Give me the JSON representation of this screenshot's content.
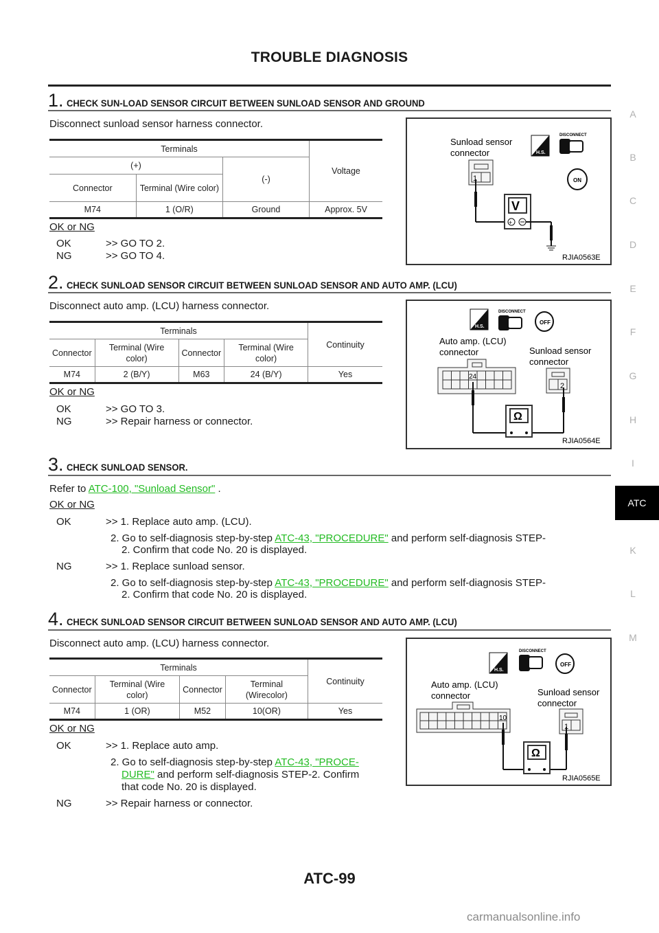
{
  "header": {
    "title": "TROUBLE DIAGNOSIS"
  },
  "side_tabs": {
    "letters": [
      "A",
      "B",
      "C",
      "D",
      "E",
      "F",
      "G",
      "H",
      "I",
      "K",
      "L",
      "M"
    ],
    "active": "ATC"
  },
  "steps": [
    {
      "number": "1.",
      "title": "CHECK SUN-LOAD SENSOR CIRCUIT BETWEEN SUNLOAD SENSOR AND GROUND",
      "instruction": "Disconnect sunload sensor harness connector.",
      "table": {
        "header_terminals": "Terminals",
        "header_plus": "(+)",
        "header_minus": "(-)",
        "header_result": "Voltage",
        "col_connector": "Connector",
        "col_terminal": "Terminal (Wire color)",
        "row": {
          "connector": "M74",
          "terminal": "1 (O/R)",
          "minus": "Ground",
          "result": "Approx. 5V"
        }
      },
      "ok_ng_label": "OK or NG",
      "ok": {
        "label": "OK",
        "text": ">> GO TO 2."
      },
      "ng": {
        "label": "NG",
        "text": ">> GO TO 4."
      },
      "figure": {
        "connector_label_1": "Sunload sensor",
        "connector_label_2": "connector",
        "pin": "1",
        "meter": "V",
        "disconnect": "DISCONNECT",
        "hs": "H.S.",
        "key": "ON",
        "code": "RJIA0563E"
      }
    },
    {
      "number": "2.",
      "title": "CHECK SUNLOAD SENSOR CIRCUIT BETWEEN SUNLOAD SENSOR AND AUTO AMP. (LCU)",
      "instruction": "Disconnect auto amp. (LCU) harness connector.",
      "table": {
        "header_terminals": "Terminals",
        "header_result": "Continuity",
        "cols": [
          "Connector",
          "Terminal (Wire color)",
          "Connector",
          "Terminal (Wire color)"
        ],
        "row": [
          "M74",
          "2 (B/Y)",
          "M63",
          "24 (B/Y)",
          "Yes"
        ]
      },
      "ok_ng_label": "OK or NG",
      "ok": {
        "label": "OK",
        "text": ">> GO TO 3."
      },
      "ng": {
        "label": "NG",
        "text": ">> Repair harness or connector."
      },
      "figure": {
        "left_label_1": "Auto amp. (LCU)",
        "left_label_2": "connector",
        "right_label_1": "Sunload sensor",
        "right_label_2": "connector",
        "left_pin": "24",
        "right_pin": "2",
        "meter": "Ω",
        "disconnect": "DISCONNECT",
        "hs": "H.S.",
        "key": "OFF",
        "code": "RJIA0564E"
      }
    },
    {
      "number": "3.",
      "title": "CHECK SUNLOAD SENSOR.",
      "refer_prefix": "Refer to ",
      "refer_link": "ATC-100, \"Sunload Sensor\"",
      "refer_suffix": " .",
      "ok_ng_label": "OK or NG",
      "ok": {
        "label": "OK",
        "line1": ">> 1. Replace auto amp. (LCU).",
        "line2_prefix": "2. Go to self-diagnosis step-by-step ",
        "line2_link": "ATC-43, \"PROCEDURE\"",
        "line2_suffix": "  and perform self-diagnosis STEP-",
        "line3": "2. Confirm that code No. 20 is displayed."
      },
      "ng": {
        "label": "NG",
        "line1": ">> 1. Replace sunload sensor.",
        "line2_prefix": "2. Go to self-diagnosis step-by-step ",
        "line2_link": "ATC-43, \"PROCEDURE\"",
        "line2_suffix": "  and perform self-diagnosis STEP-",
        "line3": "2. Confirm that code No. 20 is displayed."
      }
    },
    {
      "number": "4.",
      "title": "CHECK SUNLOAD SENSOR CIRCUIT BETWEEN SUNLOAD SENSOR AND AUTO AMP. (LCU)",
      "instruction": "Disconnect auto amp. (LCU) harness connector.",
      "table": {
        "header_terminals": "Terminals",
        "header_result": "Continuity",
        "cols": [
          "Connector",
          "Terminal (Wire color)",
          "Connector",
          "Terminal (Wirecolor)"
        ],
        "row": [
          "M74",
          "1 (OR)",
          "M52",
          "10(OR)",
          "Yes"
        ]
      },
      "ok_ng_label": "OK or NG",
      "ok": {
        "label": "OK",
        "line1": ">> 1. Replace auto amp.",
        "line2_prefix": "2. Go to self-diagnosis step-by-step ",
        "line2_link_a": "ATC-43, \"PROCE-",
        "line2_link_b": "DURE\"",
        "line2_suffix": "  and perform self-diagnosis STEP-2. Confirm",
        "line3": "that code No. 20 is displayed."
      },
      "ng": {
        "label": "NG",
        "text": ">> Repair harness or connector."
      },
      "figure": {
        "left_label_1": "Auto amp. (LCU)",
        "left_label_2": "connector",
        "right_label_1": "Sunload sensor",
        "right_label_2": "connector",
        "left_pin": "10",
        "right_pin": "1",
        "meter": "Ω",
        "disconnect": "DISCONNECT",
        "hs": "H.S.",
        "key": "OFF",
        "code": "RJIA0565E"
      }
    }
  ],
  "footer": {
    "page_number": "ATC-99"
  },
  "watermark": "carmanualsonline.info"
}
